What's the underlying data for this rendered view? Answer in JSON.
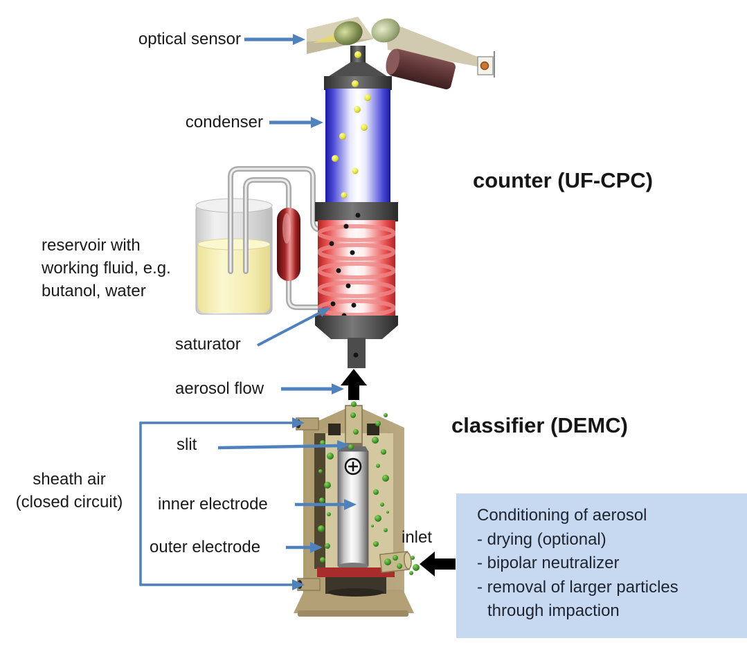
{
  "diagram": {
    "headings": {
      "counter": "counter (UF-CPC)",
      "classifier": "classifier (DEMC)"
    },
    "labels": {
      "optical_sensor": "optical sensor",
      "condenser": "condenser",
      "reservoir_line1": "reservoir with",
      "reservoir_line2": "working fluid, e.g.",
      "reservoir_line3": "butanol, water",
      "saturator": "saturator",
      "aerosol_flow": "aerosol flow",
      "slit": "slit",
      "sheath_air_line1": "sheath air",
      "sheath_air_line2": "(closed circuit)",
      "inner_electrode": "inner electrode",
      "outer_electrode": "outer electrode",
      "inlet": "inlet"
    },
    "info_box": {
      "title": "Conditioning of aerosol",
      "items": [
        "- drying (optional)",
        "- bipolar neutralizer",
        "- removal of larger particles",
        "through impaction"
      ],
      "background": "#c6d9f0"
    },
    "colors": {
      "label_arrow_blue": "#4f81bd",
      "info_box_background": "#c6d9f0",
      "condenser_blue": "#2a2ab8",
      "saturator_red": "#d43c3c",
      "classifier_tan": "#b3a076",
      "flow_arrow_black": "#000000",
      "particle_yellow": "#e8e24a",
      "particle_green": "#3c8f28",
      "working_fluid_yellow": "#f5efb4",
      "electrode_silver": "#d9d9d9"
    }
  }
}
